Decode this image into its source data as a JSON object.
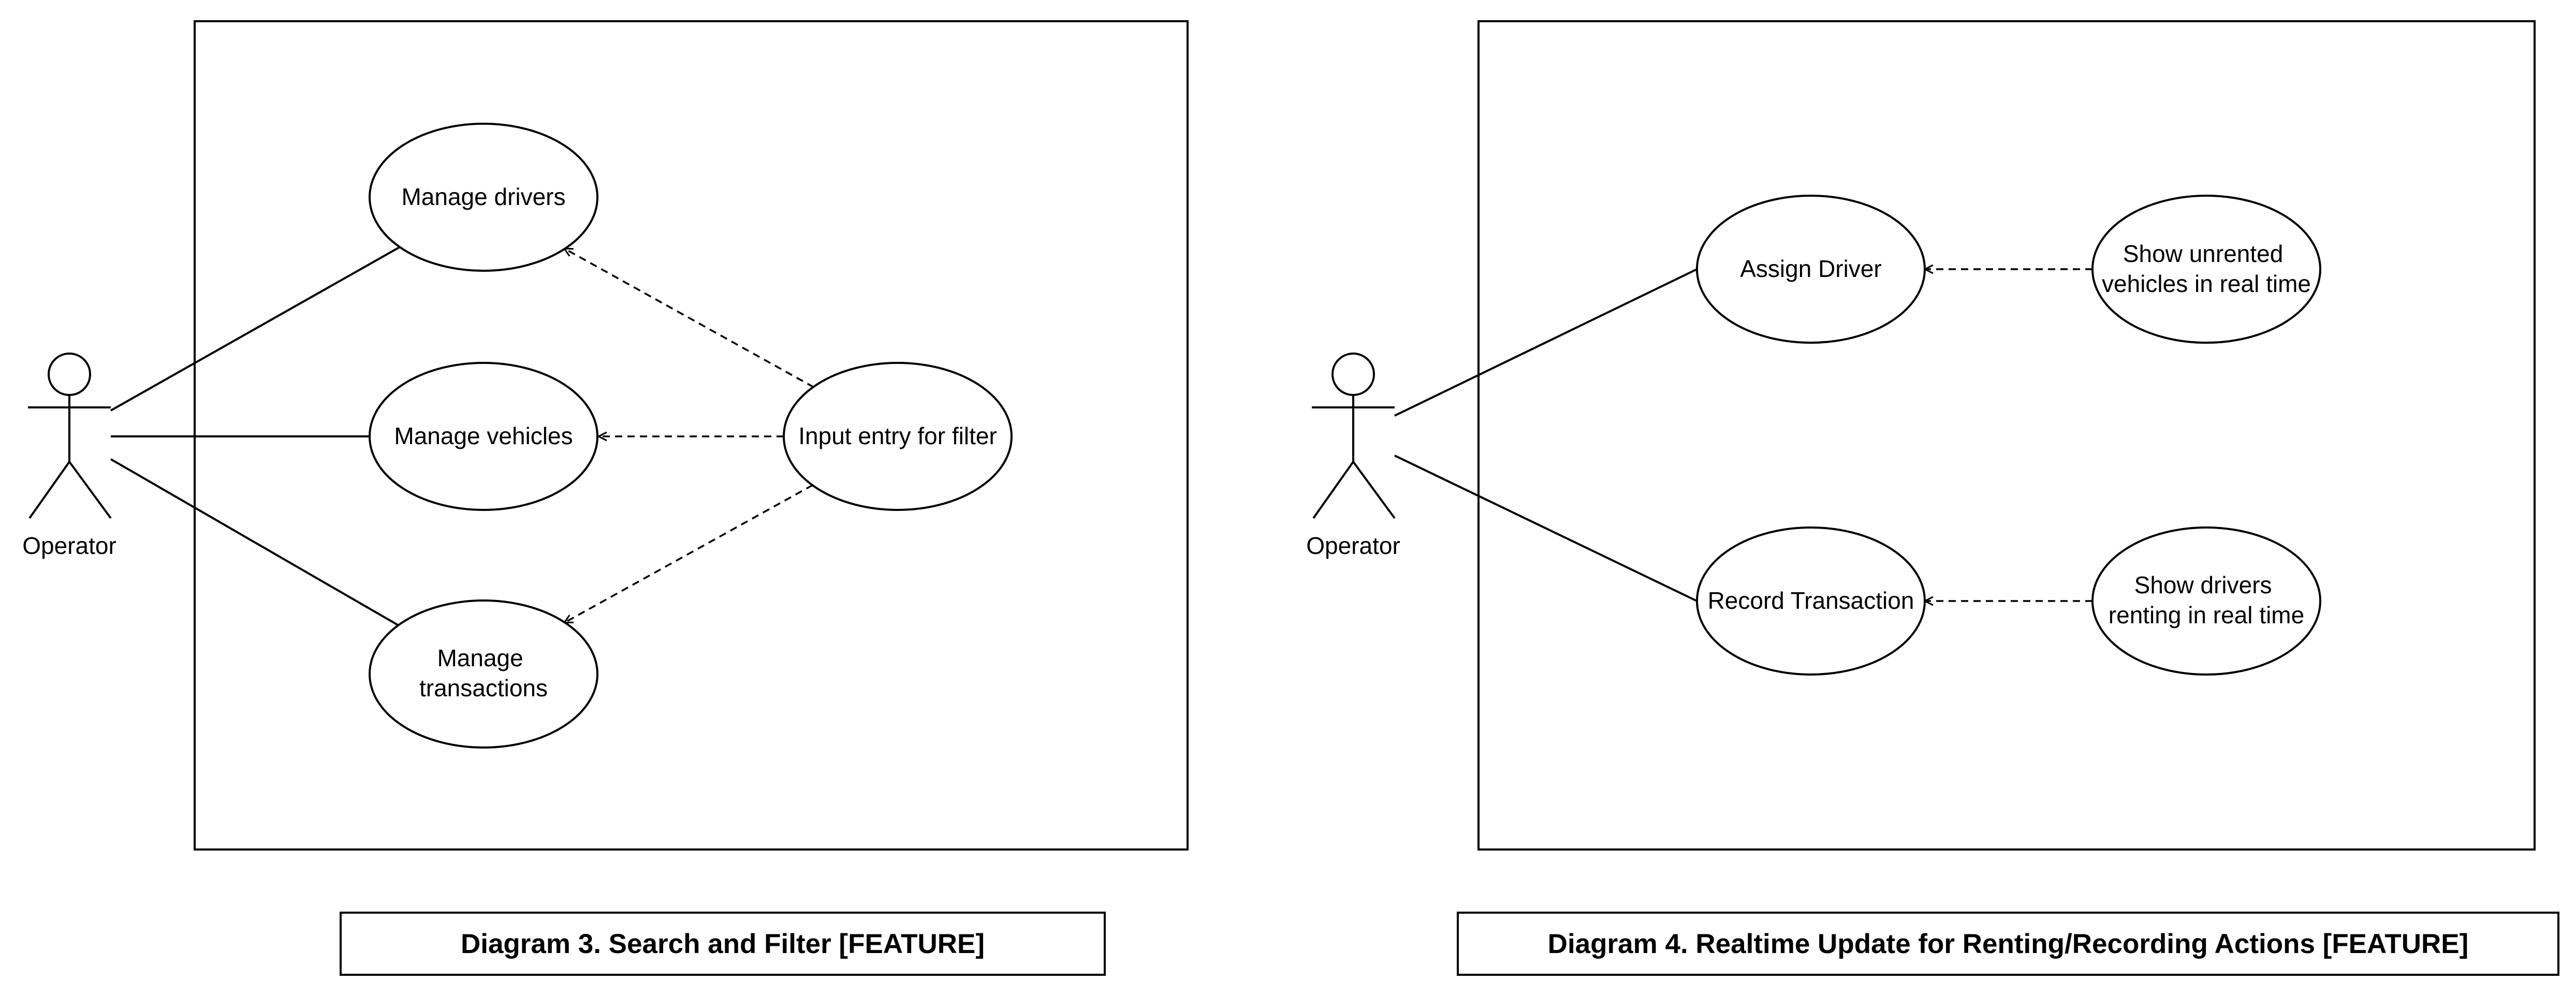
{
  "colors": {
    "stroke": "#000000",
    "background": "#ffffff"
  },
  "diagram3": {
    "caption": "Diagram 3. Search and Filter [FEATURE]",
    "actor": "Operator",
    "use_cases": {
      "manage_drivers": [
        "Manage drivers"
      ],
      "manage_vehicles": [
        "Manage vehicles"
      ],
      "manage_transactions": [
        "Manage",
        "transactions"
      ],
      "input_filter": [
        "Input entry for filter"
      ]
    },
    "relations": [
      {
        "from": "input_filter",
        "to": "manage_drivers",
        "style": "dashed-arrow"
      },
      {
        "from": "input_filter",
        "to": "manage_vehicles",
        "style": "dashed-arrow"
      },
      {
        "from": "input_filter",
        "to": "manage_transactions",
        "style": "dashed-arrow"
      },
      {
        "from": "actor",
        "to": "manage_drivers",
        "style": "association"
      },
      {
        "from": "actor",
        "to": "manage_vehicles",
        "style": "association"
      },
      {
        "from": "actor",
        "to": "manage_transactions",
        "style": "association"
      }
    ]
  },
  "diagram4": {
    "caption": "Diagram 4. Realtime Update for Renting/Recording Actions [FEATURE]",
    "actor": "Operator",
    "use_cases": {
      "assign_driver": [
        "Assign Driver"
      ],
      "record_transaction": [
        "Record Transaction"
      ],
      "show_unrented": [
        "Show unrented",
        "vehicles in real time"
      ],
      "show_renting": [
        "Show drivers",
        "renting in real time"
      ]
    },
    "relations": [
      {
        "from": "show_unrented",
        "to": "assign_driver",
        "style": "dashed-arrow"
      },
      {
        "from": "show_renting",
        "to": "record_transaction",
        "style": "dashed-arrow"
      },
      {
        "from": "actor",
        "to": "assign_driver",
        "style": "association"
      },
      {
        "from": "actor",
        "to": "record_transaction",
        "style": "association"
      }
    ]
  }
}
